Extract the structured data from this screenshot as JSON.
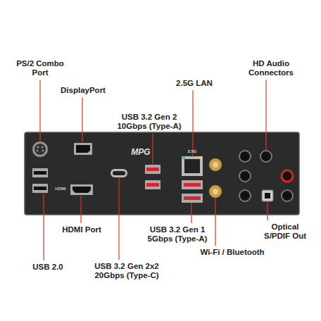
{
  "diagram": {
    "labels": [
      "PS/2 Combo Port",
      "HD Audio Connectors",
      "2.5G LAN",
      "DisplayPort",
      "USB 3.2 Gen 2 10Gbps (Type-A)",
      "2.5G",
      "MPG",
      "HDMI",
      "HDMI Port",
      "USB 3.2 Gen 1 5Gbps (Type-A)",
      "Optical S/PDIF Out",
      "Wi-Fi / Bluetooth",
      "USB 2.0",
      "USB 3.2 Gen 2x2 20Gbps (Type-C)"
    ]
  }
}
